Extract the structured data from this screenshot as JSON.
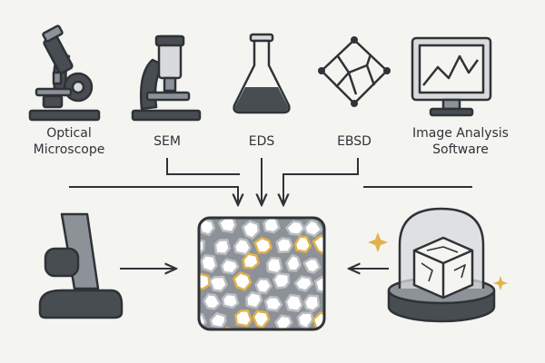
{
  "colors": {
    "background": "#f4f4f1",
    "ink": "#2f3337",
    "dark": "#484d52",
    "mid": "#8c9297",
    "light": "#d8dadc",
    "accent": "#e0b24a"
  },
  "tools": [
    {
      "label_lines": [
        "Optical",
        "Microscope"
      ],
      "icon": "optical-microscope-icon"
    },
    {
      "label_lines": [
        "SEM"
      ],
      "icon": "sem-icon"
    },
    {
      "label_lines": [
        "EDS"
      ],
      "icon": "flask-icon"
    },
    {
      "label_lines": [
        "EBSD"
      ],
      "icon": "crystal-lattice-icon"
    },
    {
      "label_lines": [
        "Image Analysis",
        "Software"
      ],
      "icon": "monitor-chart-icon"
    }
  ],
  "side_inputs": {
    "left": {
      "icon": "microscope-stand-icon"
    },
    "right": {
      "icon": "mounted-sample-dome-icon"
    }
  },
  "center": {
    "icon": "grain-microstructure-icon"
  }
}
